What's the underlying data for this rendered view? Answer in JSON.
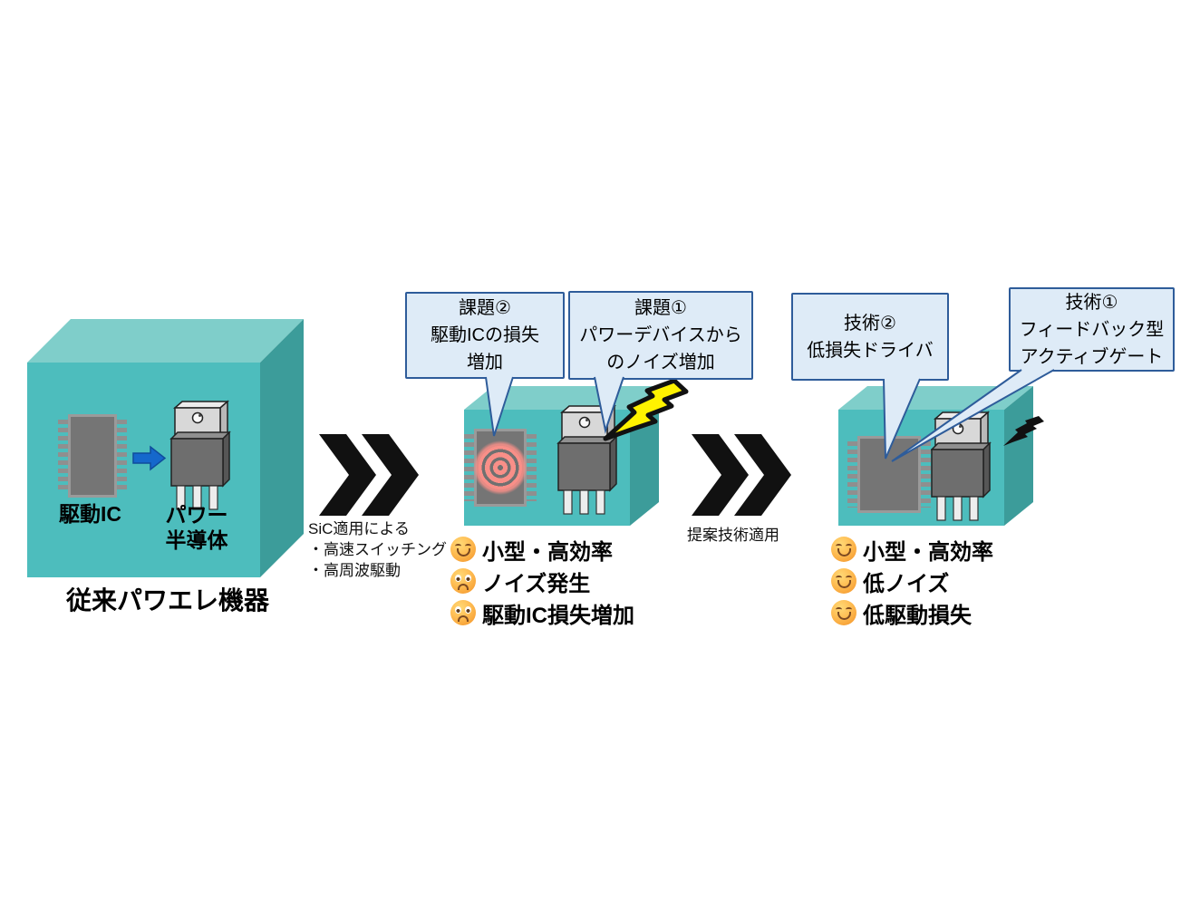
{
  "colors": {
    "box_front": "#4DBDBD",
    "box_top": "#7FCECA",
    "box_side": "#3C9C9A",
    "callout_fill": "#DEEBF7",
    "callout_border": "#2E5C9A",
    "bolt_yellow": "#FFF200",
    "arrow_black": "#111111",
    "arrow_blue": "#1568CC"
  },
  "stage1": {
    "chip_label": "駆動IC",
    "device_label": "パワー\n半導体",
    "caption": "従来パワエレ機器"
  },
  "transition1": {
    "title": "SiC適用による",
    "bullet1": "・高速スイッチング",
    "bullet2": "・高周波駆動"
  },
  "stage2": {
    "callout_issue2": "課題②\n駆動ICの損失\n増加",
    "callout_issue1": "課題①\nパワーデバイスから\nのノイズ増加",
    "status": [
      {
        "mood": "happy",
        "label": "小型・高効率"
      },
      {
        "mood": "sad",
        "label": "ノイズ発生"
      },
      {
        "mood": "sad",
        "label": "駆動IC損失増加"
      }
    ]
  },
  "transition2": {
    "title": "提案技術適用"
  },
  "stage3": {
    "callout_tech2": "技術②\n低損失ドライバ",
    "callout_tech1": "技術①\nフィードバック型\nアクティブゲート",
    "status": [
      {
        "mood": "happy",
        "label": "小型・高効率"
      },
      {
        "mood": "happy",
        "label": "低ノイズ"
      },
      {
        "mood": "happy",
        "label": "低駆動損失"
      }
    ]
  }
}
